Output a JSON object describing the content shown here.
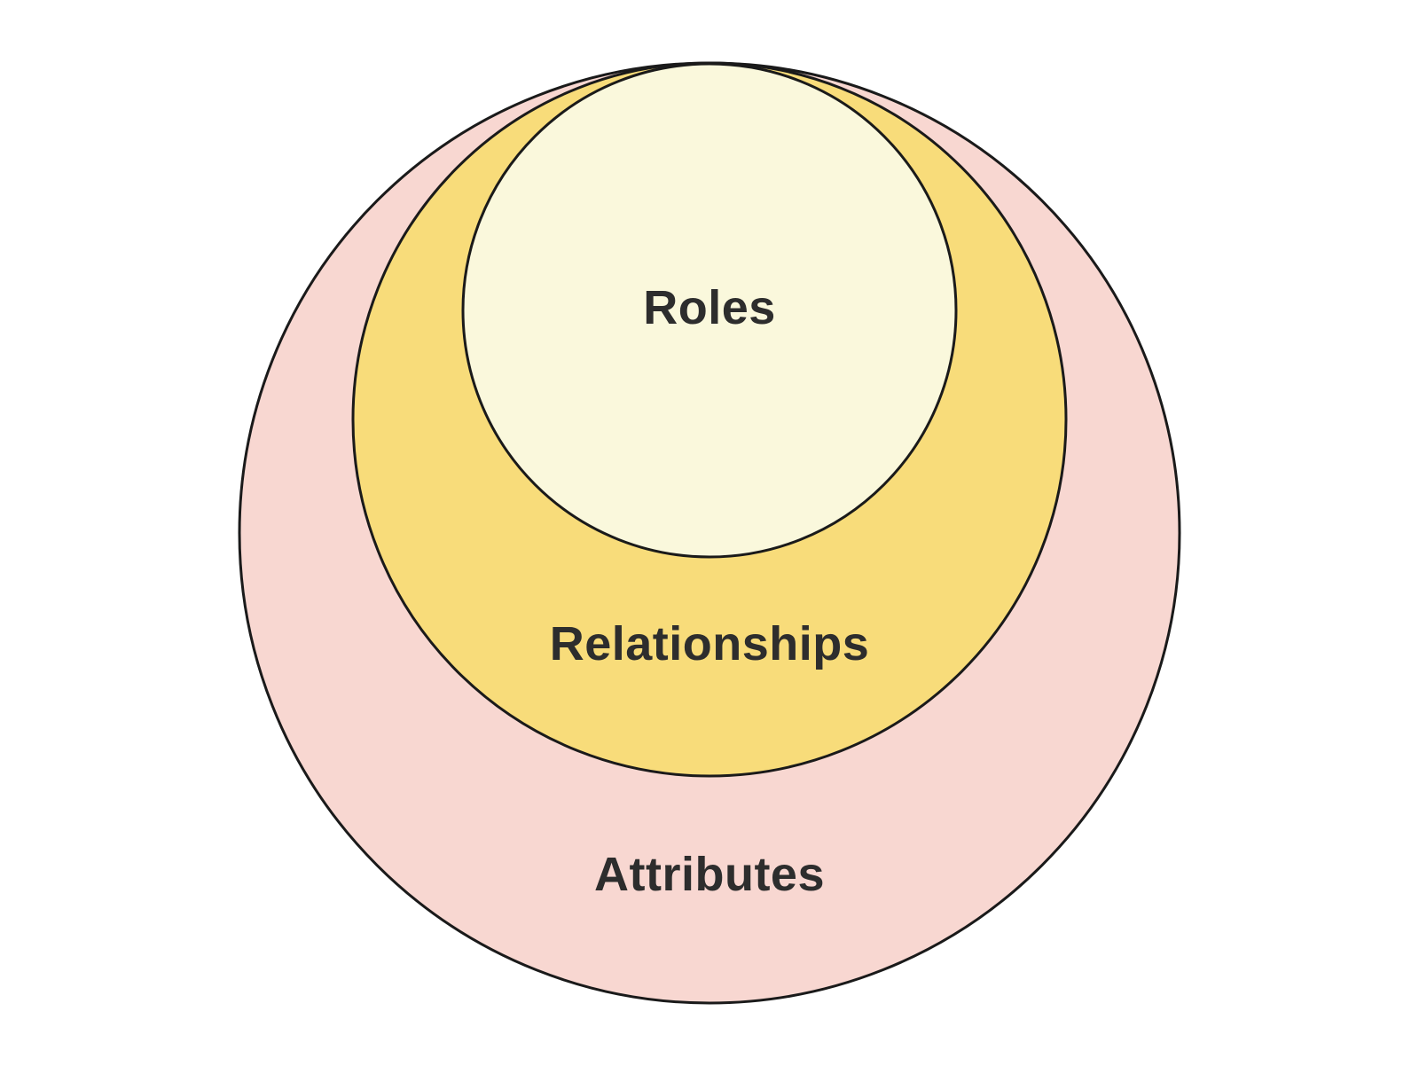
{
  "diagram": {
    "type": "nested-circles",
    "background": "#ffffff",
    "stroke_color": "#1a1a1a",
    "label_color": "#2d2d2d",
    "rings": [
      {
        "id": "attributes",
        "label": "Attributes",
        "fill": "#f8d7d1"
      },
      {
        "id": "relationships",
        "label": "Relationships",
        "fill": "#f8dc7a"
      },
      {
        "id": "roles",
        "label": "Roles",
        "fill": "#faf8dc"
      }
    ]
  }
}
